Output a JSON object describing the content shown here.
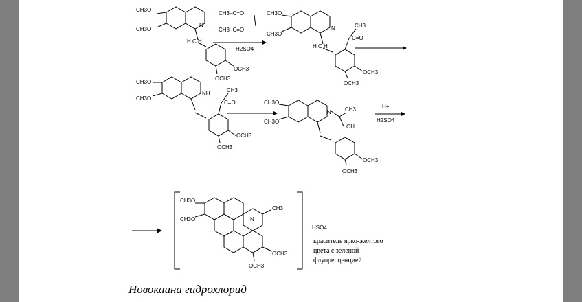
{
  "reagents": {
    "acetic_anhydride_top": "CH3–C=O",
    "acetic_anhydride_bottom": "CH3–C=O",
    "acid": "H2SO4",
    "proton": "H+",
    "acid2": "H2SO4"
  },
  "labels": {
    "ch3o": "CH3O",
    "och3": "OCH3",
    "nh": "NH",
    "n": "N",
    "hch": "H C H",
    "ch3": "CH3",
    "co": "C=O",
    "oh": "OH",
    "anion": "HSO4"
  },
  "dye_note": [
    "краситель ярко-желтого",
    "цвета с зеленой",
    "флуоресценцией"
  ],
  "caption": "Новокаина гидрохлорид"
}
